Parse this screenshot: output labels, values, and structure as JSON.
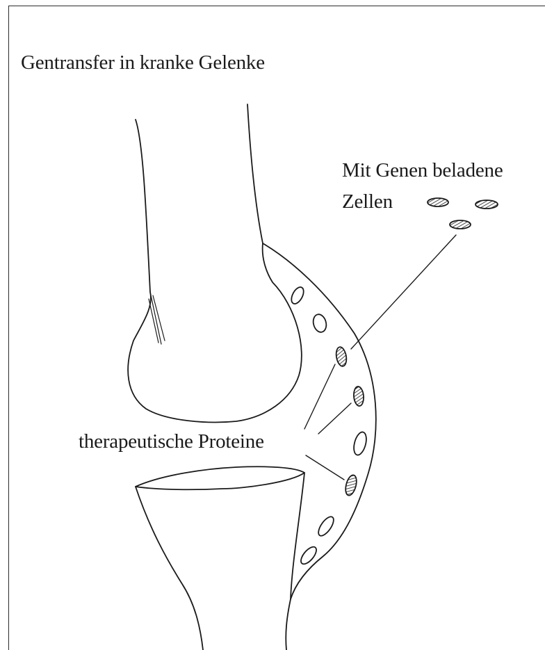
{
  "figure": {
    "title": "Gentransfer in kranke Gelenke",
    "cells_label_line1": "Mit Genen beladene",
    "cells_label_line2": "Zellen",
    "proteins_label": "therapeutische Proteine"
  },
  "style": {
    "ink_color": "#1a1a1a",
    "background": "#ffffff"
  }
}
